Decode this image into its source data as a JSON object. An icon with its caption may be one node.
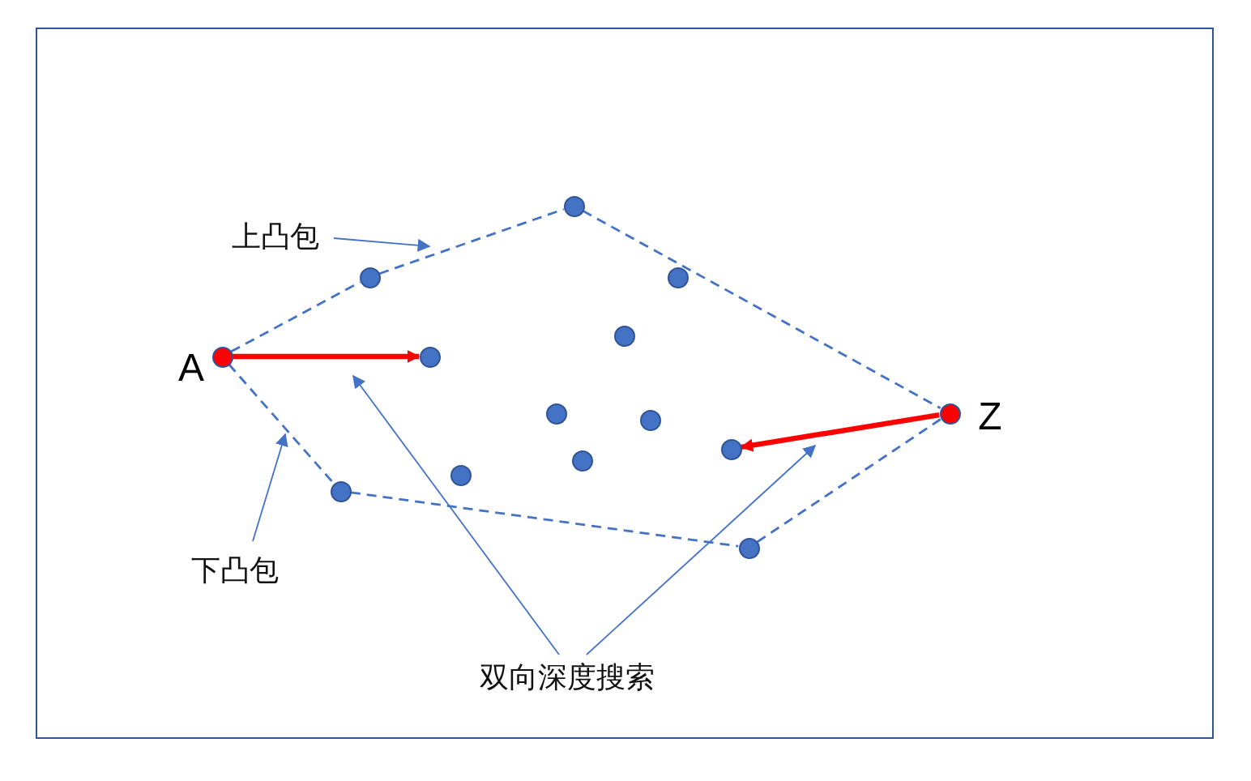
{
  "diagram": {
    "nodes": [
      {
        "text": [
          "上凸包"
        ]
      },
      {
        "text": [],
        "shape": "circle"
      },
      {
        "text": [],
        "shape": "circle"
      },
      {
        "text": [],
        "shape": "circle"
      },
      {
        "text": [],
        "shape": "circle"
      },
      {
        "text": [],
        "shape": "circle",
        "beside": [
          "A"
        ]
      },
      {
        "text": [],
        "shape": "circle"
      },
      {
        "text": [],
        "shape": "circle"
      },
      {
        "text": [],
        "shape": "circle",
        "beside": [
          "Z"
        ]
      },
      {
        "text": [],
        "shape": "circle"
      },
      {
        "text": [],
        "shape": "circle"
      },
      {
        "text": [],
        "shape": "circle"
      },
      {
        "text": [],
        "shape": "circle"
      },
      {
        "text": [],
        "shape": "circle"
      },
      {
        "text": [],
        "shape": "circle"
      },
      {
        "text": [
          "下凸包"
        ]
      },
      {
        "text": [
          "双向深度搜索"
        ]
      }
    ],
    "edges": [
      {
        "from": 5,
        "to": 2,
        "arrow": "none",
        "style": "dashed"
      },
      {
        "from": 2,
        "to": 1,
        "arrow": "none",
        "style": "dashed"
      },
      {
        "from": 1,
        "to": 8,
        "arrow": "none",
        "style": "dashed"
      },
      {
        "from": 5,
        "to": 13,
        "arrow": "none",
        "style": "dashed"
      },
      {
        "from": 13,
        "to": 14,
        "arrow": "none",
        "style": "dashed"
      },
      {
        "from": 14,
        "to": 8,
        "arrow": "none",
        "style": "dashed"
      },
      {
        "from": 5,
        "to": 6,
        "arrow": "to",
        "style": "thick",
        "color": "#ff0000"
      },
      {
        "from": 8,
        "to": 10,
        "arrow": "to",
        "style": "thick",
        "color": "#ff0000"
      },
      {
        "from": 0,
        "to": null,
        "arrow": "to"
      },
      {
        "from": 15,
        "to": null,
        "arrow": "to"
      },
      {
        "from": 16,
        "to": null,
        "arrow": "to"
      },
      {
        "from": 16,
        "to": null,
        "arrow": "to"
      }
    ]
  }
}
